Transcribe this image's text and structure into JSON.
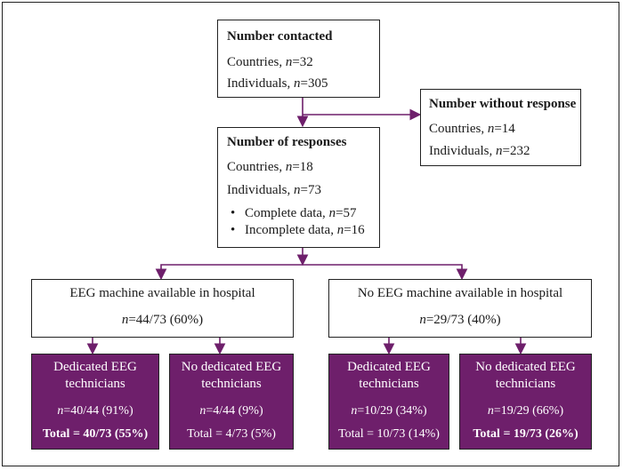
{
  "contacted": {
    "title": "Number contacted",
    "countries_label": "Countries, ",
    "countries_n": "n",
    "countries_value": "=32",
    "individuals_label": "Individuals, ",
    "individuals_n": "n",
    "individuals_value": "=305"
  },
  "no_response": {
    "title": "Number without response",
    "countries_label": "Countries, ",
    "countries_n": "n",
    "countries_value": "=14",
    "individuals_label": "Individuals, ",
    "individuals_n": "n",
    "individuals_value": "=232"
  },
  "responses": {
    "title": "Number of responses",
    "countries_label": "Countries, ",
    "countries_n": "n",
    "countries_value": "=18",
    "individuals_label": "Individuals, ",
    "individuals_n": "n",
    "individuals_value": "=73",
    "bullets": [
      {
        "label": "Complete data, ",
        "n": "n",
        "value": "=57"
      },
      {
        "label": "Incomplete data, ",
        "n": "n",
        "value": "=16"
      }
    ],
    "bullet_symbol": "•"
  },
  "eeg_available": {
    "title": "EEG machine available in hospital",
    "n": "n",
    "value": "=44/73 (60%)"
  },
  "eeg_not_available": {
    "title": "No EEG machine available in hospital",
    "n": "n",
    "value": "=29/73 (40%)"
  },
  "outcomes": [
    {
      "line1": "Dedicated EEG",
      "line2": "technicians",
      "n": "n",
      "value": "=40/44 (91%)",
      "total": "Total = 40/73 (55%)",
      "total_bold": true
    },
    {
      "line1": "No dedicated EEG",
      "line2": "technicians",
      "n": "n",
      "value": "=4/44 (9%)",
      "total": "Total = 4/73 (5%)",
      "total_bold": false
    },
    {
      "line1": "Dedicated EEG",
      "line2": "technicians",
      "n": "n",
      "value": "=10/29 (34%)",
      "total": "Total = 10/73 (14%)",
      "total_bold": false
    },
    {
      "line1": "No dedicated EEG",
      "line2": "technicians",
      "n": "n",
      "value": "=19/29 (66%)",
      "total": "Total = 19/73 (26%)",
      "total_bold": true
    }
  ],
  "colors": {
    "accent": "#6e1f6b",
    "border": "#222222"
  }
}
